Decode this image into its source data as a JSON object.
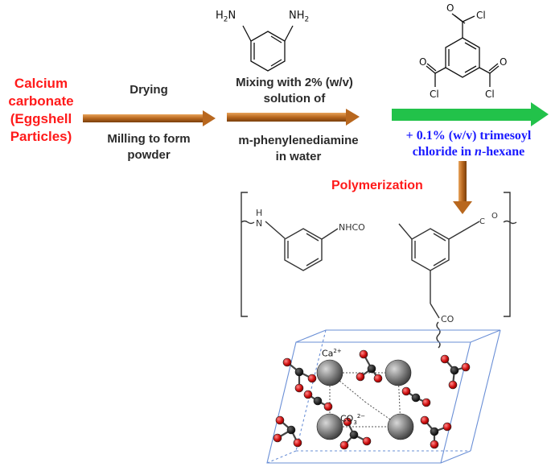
{
  "reactant": {
    "line1": "Calcium",
    "line2": "carbonate",
    "line3": "(Eggshell",
    "line4": "Particles)"
  },
  "step1": {
    "above": "Drying",
    "below1": "Milling to form",
    "below2": "powder"
  },
  "step2": {
    "above1": "Mixing with 2% (w/v)",
    "above2": "solution of",
    "below1": "m-phenylenediamine",
    "below2": "in water"
  },
  "step3": {
    "below1": "+ 0.1% (w/v) trimesoyl",
    "below2_pre": "chloride in ",
    "below2_italic": "n",
    "below2_post": "-hexane"
  },
  "polymerization": "Polymerization",
  "chem_labels": {
    "nh2": "NH",
    "nh2_sub": "2",
    "h2n": "H",
    "h2n_sub": "2",
    "h2n_tail": "N",
    "cl": "Cl",
    "o": "O",
    "h": "H",
    "n": "N",
    "nhco": "NHCO",
    "co": "CO",
    "ca": "Ca",
    "ca_sup": "2+",
    "co3": "CO",
    "co3_sub": "3",
    "co3_sup": "2−"
  },
  "colors": {
    "brown_arrow": "#b8671e",
    "green_arrow": "#22c24a",
    "red_text": "#ff1a1a",
    "blue_text": "#1a1aff",
    "cell_edge": "#6a8fd6"
  }
}
